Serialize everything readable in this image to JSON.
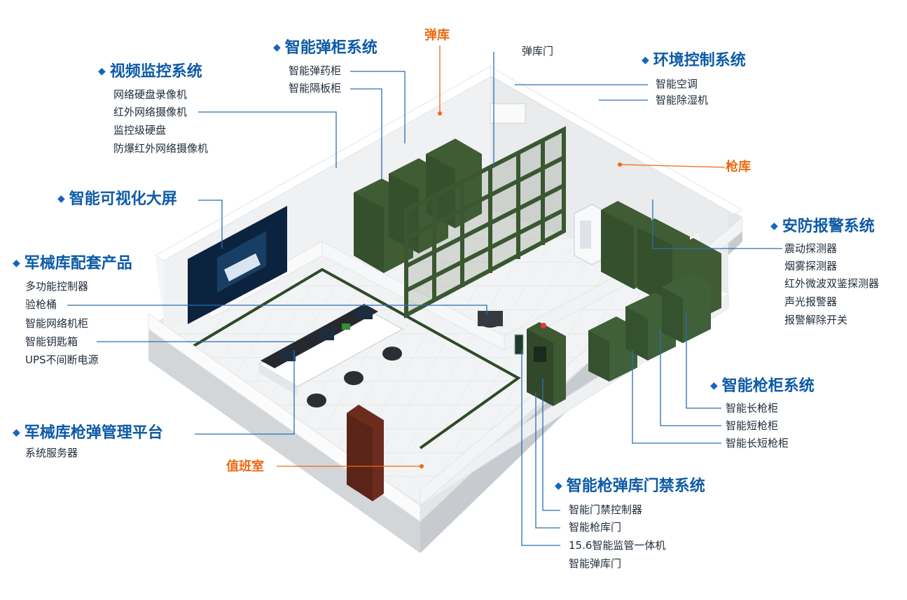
{
  "colors": {
    "heading": "#0d5aa7",
    "item": "#1e2b3a",
    "room": "#ee6a12",
    "leader": "#2a6fb0",
    "cabinet": "#3d5a33"
  },
  "rooms": {
    "ammo": "弹库",
    "gun": "枪库",
    "duty": "值班室"
  },
  "ammo_cabinet_system": {
    "title": "智能弹柜系统",
    "items": [
      "智能弹药柜",
      "智能隔板柜"
    ]
  },
  "ammo_door_label": "弹库门",
  "env_system": {
    "title": "环境控制系统",
    "items": [
      "智能空调",
      "智能除湿机"
    ]
  },
  "video_system": {
    "title": "视频监控系统",
    "items": [
      "网络硬盘录像机",
      "红外网络摄像机",
      "监控级硬盘",
      "防爆红外网络摄像机"
    ]
  },
  "screen_system": {
    "title": "智能可视化大屏"
  },
  "accessory_system": {
    "title": "军械库配套产品",
    "items": [
      "多功能控制器",
      "验枪桶",
      "智能网络机柜",
      "智能钥匙箱",
      "UPS不间断电源"
    ]
  },
  "platform_system": {
    "title": "军械库枪弹管理平台",
    "items": [
      "系统服务器"
    ]
  },
  "alarm_system": {
    "title": "安防报警系统",
    "items": [
      "震动探测器",
      "烟雾探测器",
      "红外微波双鉴探测器",
      "声光报警器",
      "报警解除开关"
    ]
  },
  "gun_cabinet_system": {
    "title": "智能枪柜系统",
    "items": [
      "智能长枪柜",
      "智能短枪柜",
      "智能长短枪柜"
    ]
  },
  "access_system": {
    "title": "智能枪弹库门禁系统",
    "items": [
      "智能门禁控制器",
      "智能枪库门",
      "15.6智能监管一体机",
      "智能弹库门"
    ]
  }
}
